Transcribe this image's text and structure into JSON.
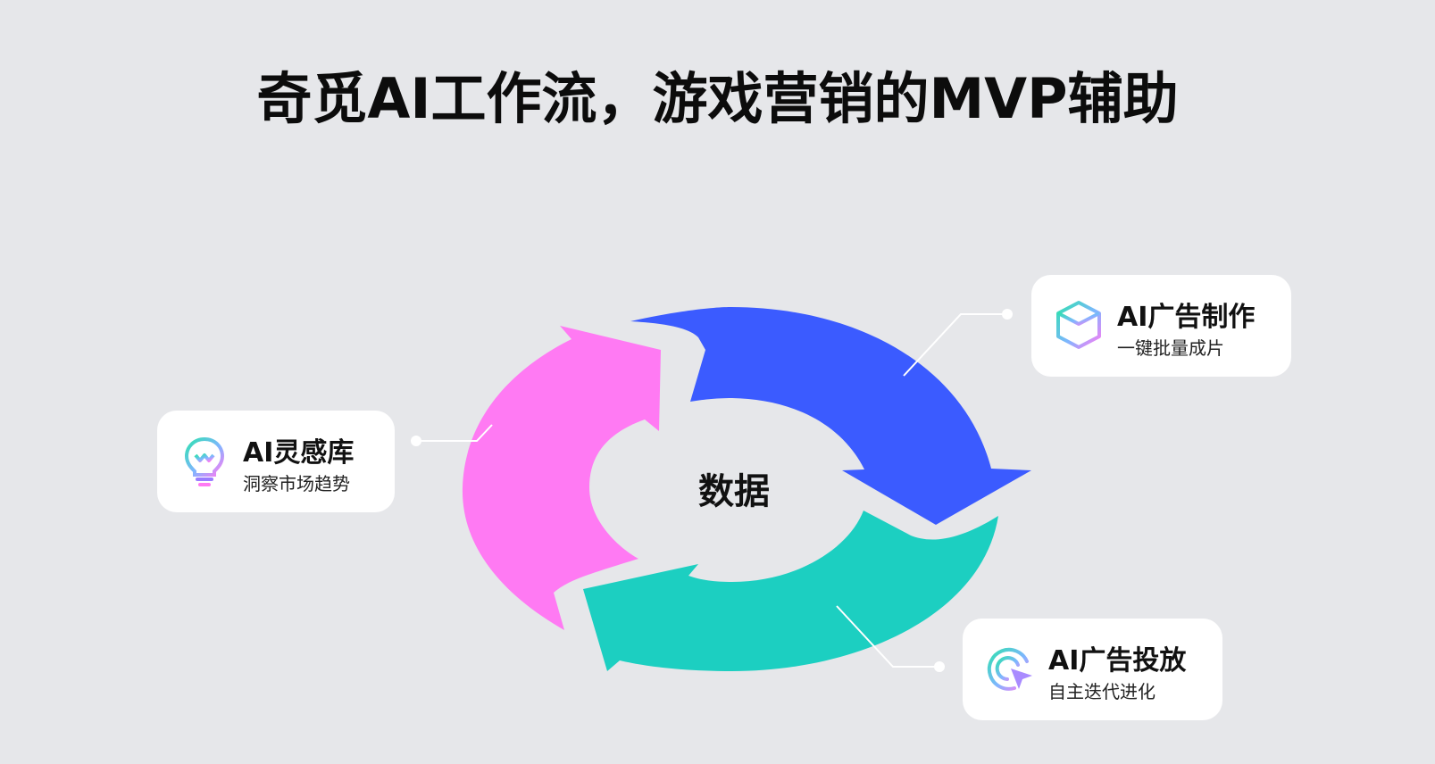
{
  "title": "奇觅AI工作流，游戏营销的MVP辅助",
  "center_label": "数据",
  "nodes": [
    {
      "label": "AI灵感库",
      "sub": "洞察市场趋势",
      "icon": "lightbulb-icon",
      "color": "#ff7af3"
    },
    {
      "label": "AI广告制作",
      "sub": "一键批量成片",
      "icon": "cube-icon",
      "color": "#3b5bff"
    },
    {
      "label": "AI广告投放",
      "sub": "自主迭代进化",
      "icon": "cursor-target-icon",
      "color": "#1ccfc1"
    }
  ]
}
